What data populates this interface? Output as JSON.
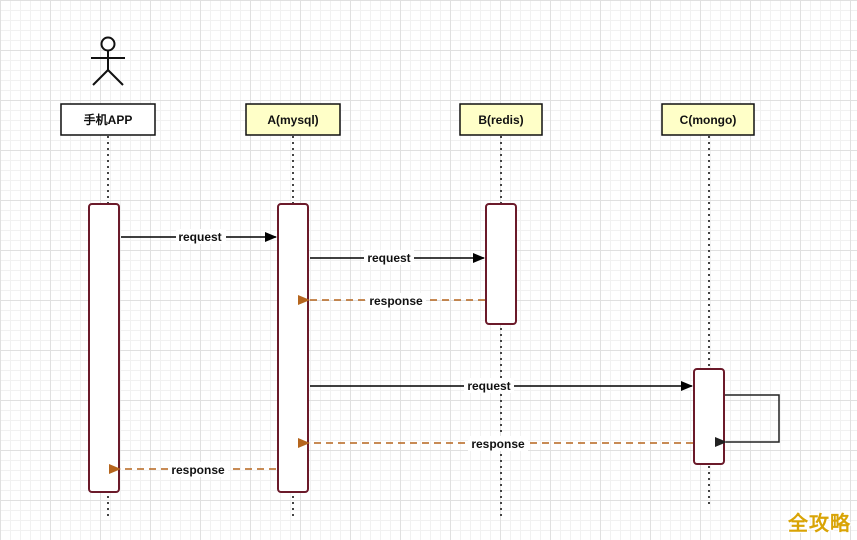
{
  "participants": [
    {
      "label": "手机APP",
      "fill": "#ffffff"
    },
    {
      "label": "A(mysql)",
      "fill": "#ffffc8"
    },
    {
      "label": "B(redis)",
      "fill": "#ffffc8"
    },
    {
      "label": "C(mongo)",
      "fill": "#ffffc8"
    }
  ],
  "messages": [
    {
      "label": "request",
      "from": "手机APP",
      "to": "A(mysql)",
      "kind": "request"
    },
    {
      "label": "request",
      "from": "A(mysql)",
      "to": "B(redis)",
      "kind": "request"
    },
    {
      "label": "response",
      "from": "B(redis)",
      "to": "A(mysql)",
      "kind": "response"
    },
    {
      "label": "request",
      "from": "A(mysql)",
      "to": "C(mongo)",
      "kind": "request"
    },
    {
      "label": "",
      "from": "C(mongo)",
      "to": "C(mongo)",
      "kind": "self"
    },
    {
      "label": "response",
      "from": "C(mongo)",
      "to": "A(mysql)",
      "kind": "response"
    },
    {
      "label": "response",
      "from": "A(mysql)",
      "to": "手机APP",
      "kind": "response"
    }
  ],
  "colors": {
    "request": "#000000",
    "response": "#b5651d",
    "activation_border": "#6b1a2a",
    "lifeline": "#444444"
  },
  "watermark": "全攻略"
}
